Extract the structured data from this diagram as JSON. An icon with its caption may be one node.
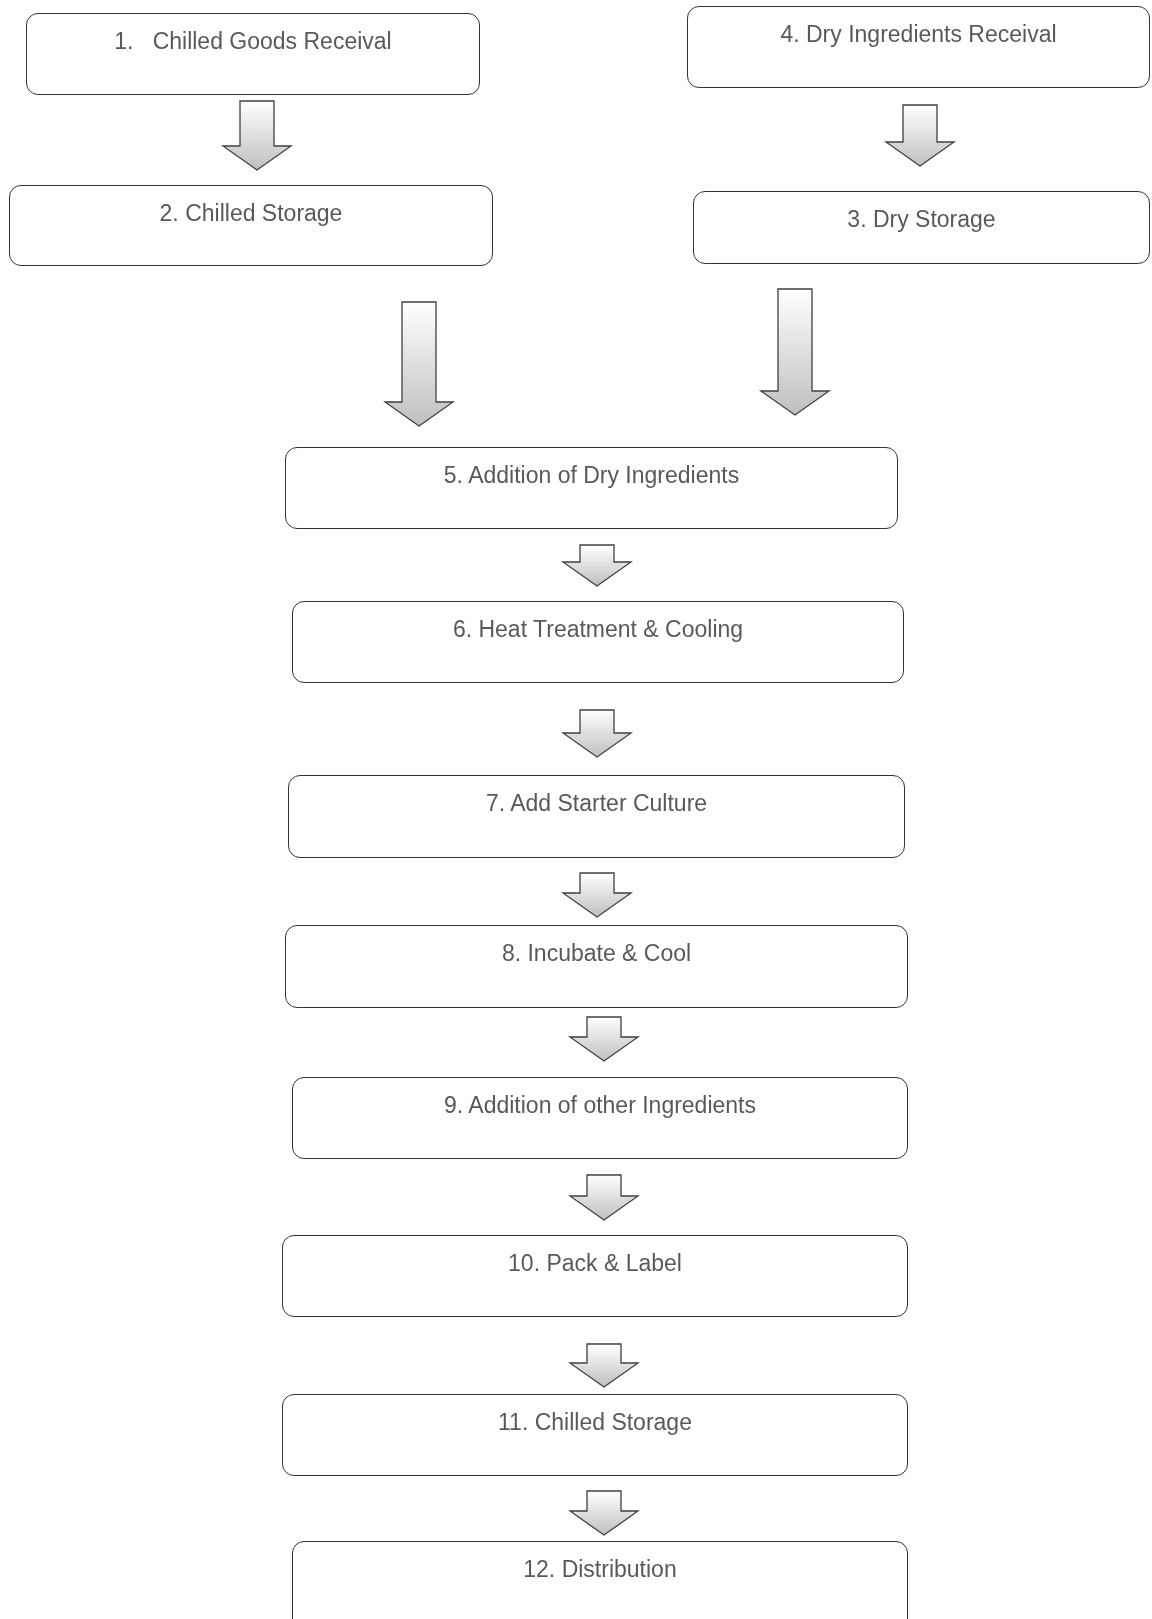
{
  "diagram": {
    "nodes": [
      {
        "text": [
          "1.   Chilled Goods Receival"
        ]
      },
      {
        "text": [
          "2. Chilled Storage"
        ]
      },
      {
        "text": [
          "3. Dry Storage"
        ]
      },
      {
        "text": [
          "4. Dry Ingredients Receival"
        ]
      },
      {
        "text": [
          "5. Addition of Dry Ingredients"
        ]
      },
      {
        "text": [
          "6. Heat Treatment & Cooling"
        ]
      },
      {
        "text": [
          "7. Add Starter Culture"
        ]
      },
      {
        "text": [
          "8. Incubate & Cool"
        ]
      },
      {
        "text": [
          "9. Addition of other Ingredients"
        ]
      },
      {
        "text": [
          "10. Pack & Label"
        ]
      },
      {
        "text": [
          "11. Chilled Storage"
        ]
      },
      {
        "text": [
          "12. Distribution"
        ]
      }
    ],
    "edges": [
      {
        "from": 0,
        "to": 1,
        "arrow": "to"
      },
      {
        "from": 3,
        "to": 2,
        "arrow": "to"
      },
      {
        "from": 1,
        "to": 4,
        "arrow": "to"
      },
      {
        "from": 2,
        "to": 4,
        "arrow": "to"
      },
      {
        "from": 4,
        "to": 5,
        "arrow": "to"
      },
      {
        "from": 5,
        "to": 6,
        "arrow": "to"
      },
      {
        "from": 6,
        "to": 7,
        "arrow": "to"
      },
      {
        "from": 7,
        "to": 8,
        "arrow": "to"
      },
      {
        "from": 8,
        "to": 9,
        "arrow": "to"
      },
      {
        "from": 9,
        "to": 10,
        "arrow": "to"
      },
      {
        "from": 10,
        "to": 11,
        "arrow": "to"
      }
    ]
  }
}
